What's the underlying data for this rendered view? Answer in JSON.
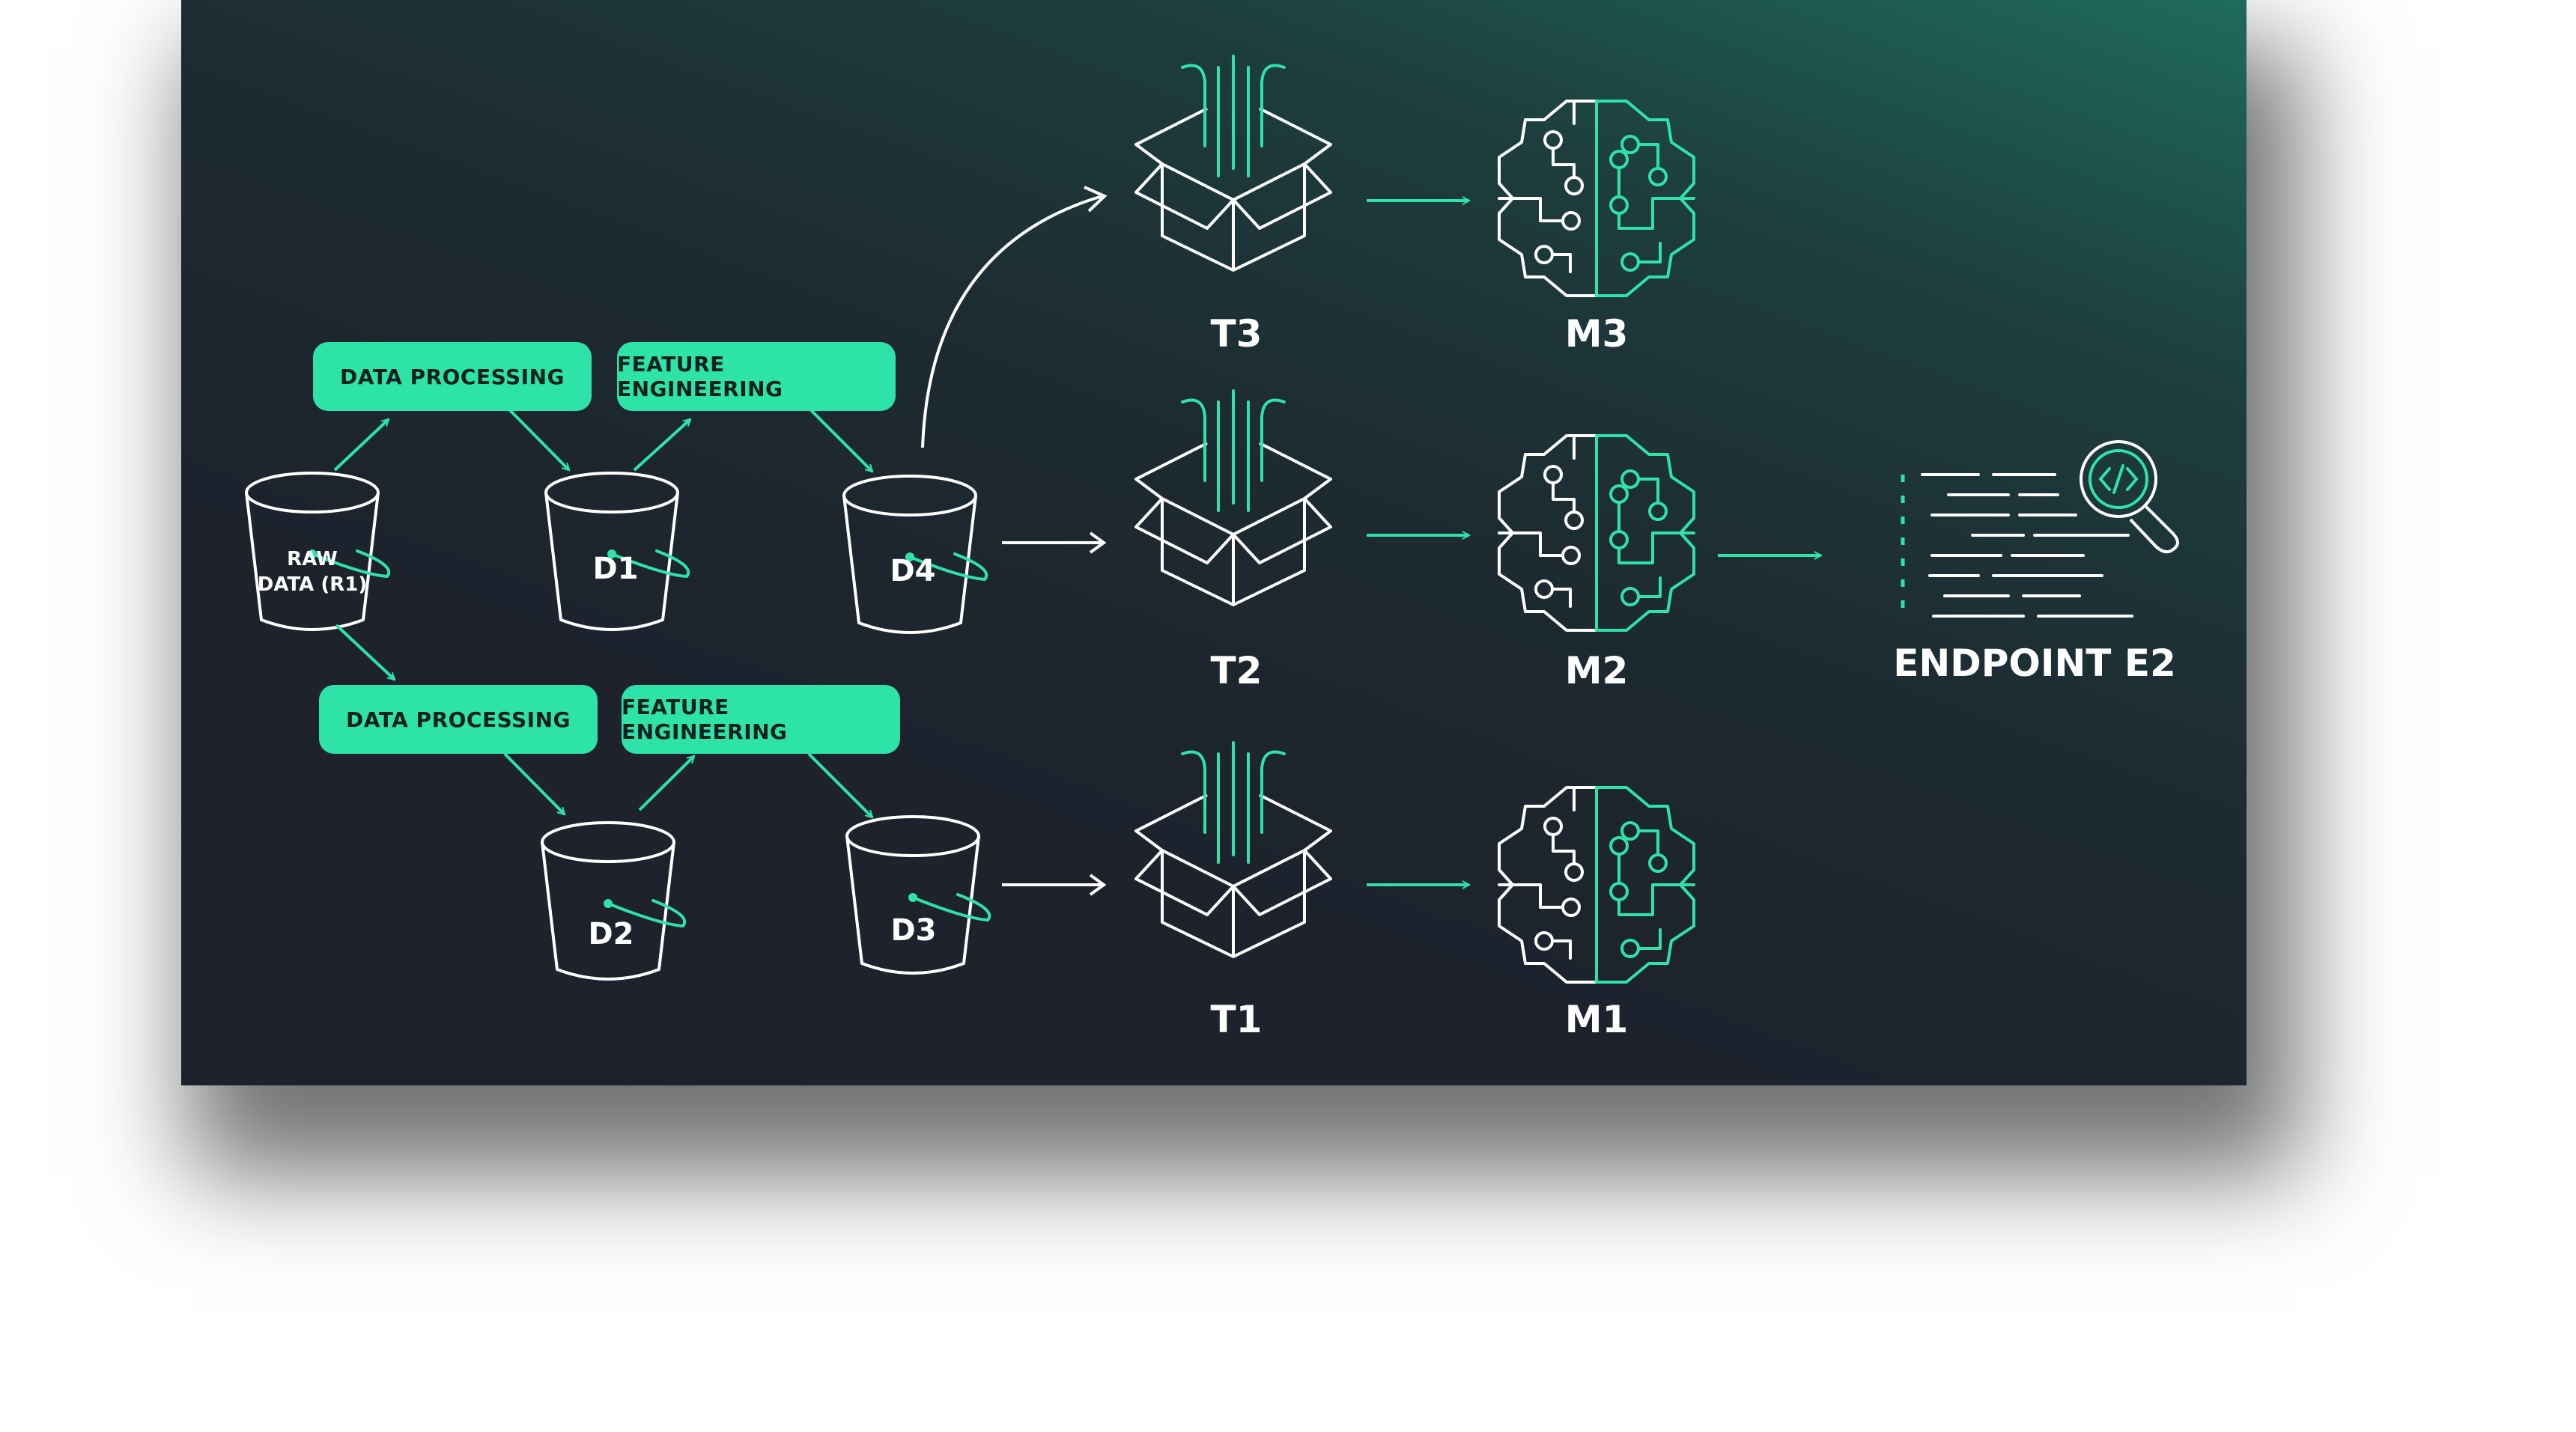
{
  "colors": {
    "accent": "#2ee3a8",
    "line": "#ffffff"
  },
  "icons": {
    "bucket": "storage-bucket-icon",
    "box": "training-job-box-icon",
    "brain": "model-brain-icon",
    "endpoint": "endpoint-inspect-icon"
  },
  "steps": {
    "top_processing": "DATA PROCESSING",
    "top_engineering": "FEATURE ENGINEERING",
    "bottom_processing": "DATA PROCESSING",
    "bottom_engineering": "FEATURE ENGINEERING"
  },
  "datasets": {
    "raw_line1": "RAW",
    "raw_line2": "DATA (R1)",
    "d1": "D1",
    "d2": "D2",
    "d3": "D3",
    "d4": "D4"
  },
  "training": {
    "t1": "T1",
    "t2": "T2",
    "t3": "T3"
  },
  "models": {
    "m1": "M1",
    "m2": "M2",
    "m3": "M3"
  },
  "endpoint": {
    "label": "ENDPOINT E2"
  }
}
